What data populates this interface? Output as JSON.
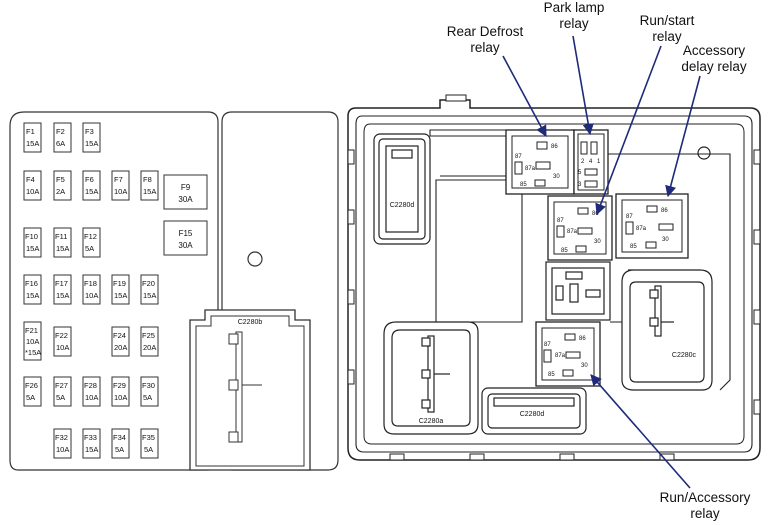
{
  "callouts": {
    "rear_defrost": [
      "Rear Defrost",
      "relay"
    ],
    "park_lamp": [
      "Park lamp",
      "relay"
    ],
    "run_start": [
      "Run/start",
      "relay"
    ],
    "accessory_delay": [
      "Accessory",
      "delay relay"
    ],
    "run_accessory": [
      "Run/Accessory",
      "relay"
    ]
  },
  "fuse_panel": {
    "fuses": [
      {
        "id": "F1",
        "rating": "15A"
      },
      {
        "id": "F2",
        "rating": "6A"
      },
      {
        "id": "F3",
        "rating": "15A"
      },
      {
        "id": "F4",
        "rating": "10A"
      },
      {
        "id": "F5",
        "rating": "2A"
      },
      {
        "id": "F6",
        "rating": "15A"
      },
      {
        "id": "F7",
        "rating": "10A"
      },
      {
        "id": "F8",
        "rating": "15A"
      },
      {
        "id": "F10",
        "rating": "15A"
      },
      {
        "id": "F11",
        "rating": "15A"
      },
      {
        "id": "F12",
        "rating": "5A"
      },
      {
        "id": "F16",
        "rating": "15A"
      },
      {
        "id": "F17",
        "rating": "15A"
      },
      {
        "id": "F18",
        "rating": "10A"
      },
      {
        "id": "F19",
        "rating": "15A"
      },
      {
        "id": "F20",
        "rating": "15A"
      },
      {
        "id": "F21",
        "rating": "10A",
        "extra": "*15A"
      },
      {
        "id": "F22",
        "rating": "10A"
      },
      {
        "id": "F24",
        "rating": "20A"
      },
      {
        "id": "F25",
        "rating": "20A"
      },
      {
        "id": "F26",
        "rating": "5A"
      },
      {
        "id": "F27",
        "rating": "5A"
      },
      {
        "id": "F28",
        "rating": "10A"
      },
      {
        "id": "F29",
        "rating": "10A"
      },
      {
        "id": "F30",
        "rating": "5A"
      },
      {
        "id": "F32",
        "rating": "10A"
      },
      {
        "id": "F33",
        "rating": "15A"
      },
      {
        "id": "F34",
        "rating": "5A"
      },
      {
        "id": "F35",
        "rating": "5A"
      }
    ],
    "large_fuses": [
      {
        "id": "F9",
        "rating": "30A"
      },
      {
        "id": "F15",
        "rating": "30A"
      }
    ],
    "connector": "C2280b"
  },
  "relay_box": {
    "connectors": {
      "c2280d_left": "C2280d",
      "c2280c": "C2280c",
      "c2280a": "C2280a",
      "c2280d_bottom": "C2280d"
    },
    "terminals": {
      "t87": "87",
      "t87a": "87a",
      "t86": "86",
      "t85": "85",
      "t30": "30"
    },
    "park_pins": {
      "p2": "2",
      "p4": "4",
      "p1": "1",
      "p5": "5",
      "p3": "3"
    }
  }
}
